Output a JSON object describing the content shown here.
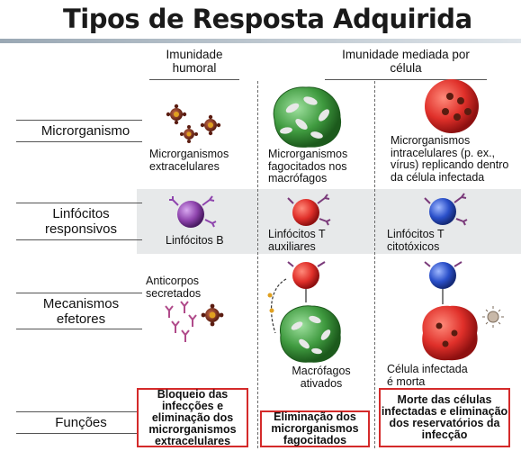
{
  "title": "Tipos de Resposta Adquirida",
  "columns": {
    "humoral": "Imunidade humoral",
    "cell_mediated": "Imunidade mediada por célula"
  },
  "rows": {
    "microorganism": "Microrganismo",
    "lymphocytes": "Linfócitos responsivos",
    "effector": "Mecanismos efetores",
    "functions": "Funções"
  },
  "cells": {
    "col1_micro": "Microrganismos extracelulares",
    "col2_micro": "Microrganismos fagocitados nos macrófagos",
    "col3_micro": "Microrganismos intracelulares (p. ex., vírus) replicando dentro da célula infectada",
    "col1_lymph": "Linfócitos B",
    "col2_lymph": "Linfócitos T auxiliares",
    "col3_lymph": "Linfócitos T citotóxicos",
    "col1_effector": "Anticorpos secretados",
    "col2_effector": "Macrófagos ativados",
    "col3_effector": "Célula infectada é morta"
  },
  "functions": {
    "col1": "Bloqueio das infecções e eliminação dos microrganismos extracelulares",
    "col2": "Eliminação dos microrganismos fagocitados",
    "col3": "Morte das células infectadas e eliminação dos reservatórios da infecção"
  },
  "colors": {
    "function_border": "#d42a2a",
    "band": "#e7e9ea",
    "b_cell": "#8e44ad",
    "t_helper": "#e0302a",
    "t_cytotoxic": "#2a4fc9",
    "macrophage": "#3f9a3f",
    "infected_cell": "#d62020"
  }
}
